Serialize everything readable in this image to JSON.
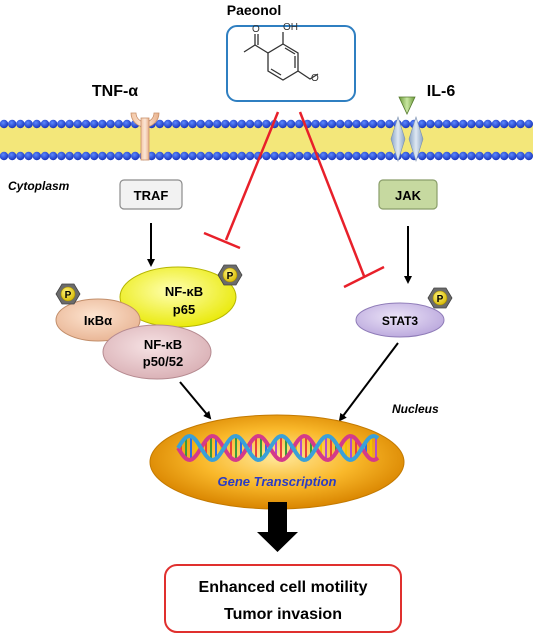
{
  "drug": {
    "name": "Paeonol"
  },
  "ligands": {
    "left": "TNF-α",
    "right": "IL-6"
  },
  "compartments": {
    "cytoplasm": "Cytoplasm",
    "nucleus": "Nucleus"
  },
  "proteins": {
    "traf": "TRAF",
    "jak": "JAK",
    "ikba": "IκBα",
    "p65_line1": "NF-κB",
    "p65_line2": "p65",
    "p50_line1": "NF-κB",
    "p50_line2": "p50/52",
    "stat3": "STAT3",
    "phospho": "P"
  },
  "nucleus_text": "Gene Transcription",
  "outcome": {
    "line1": "Enhanced cell motility",
    "line2": "Tumor invasion"
  },
  "colors": {
    "inhibit": "#e8202a",
    "box_border": "#2f7fc1",
    "outcome_border": "#e0302e",
    "p65_fill": "#ffff2a",
    "ikba_fill": "#f5c8a8",
    "p50_fill": "#e8c4c8",
    "stat3_fill": "#cdbfe6",
    "jak_fill": "#c6d9a0",
    "traf_fill": "#f2f2f2",
    "nucleus_fill": "#f7a800"
  }
}
